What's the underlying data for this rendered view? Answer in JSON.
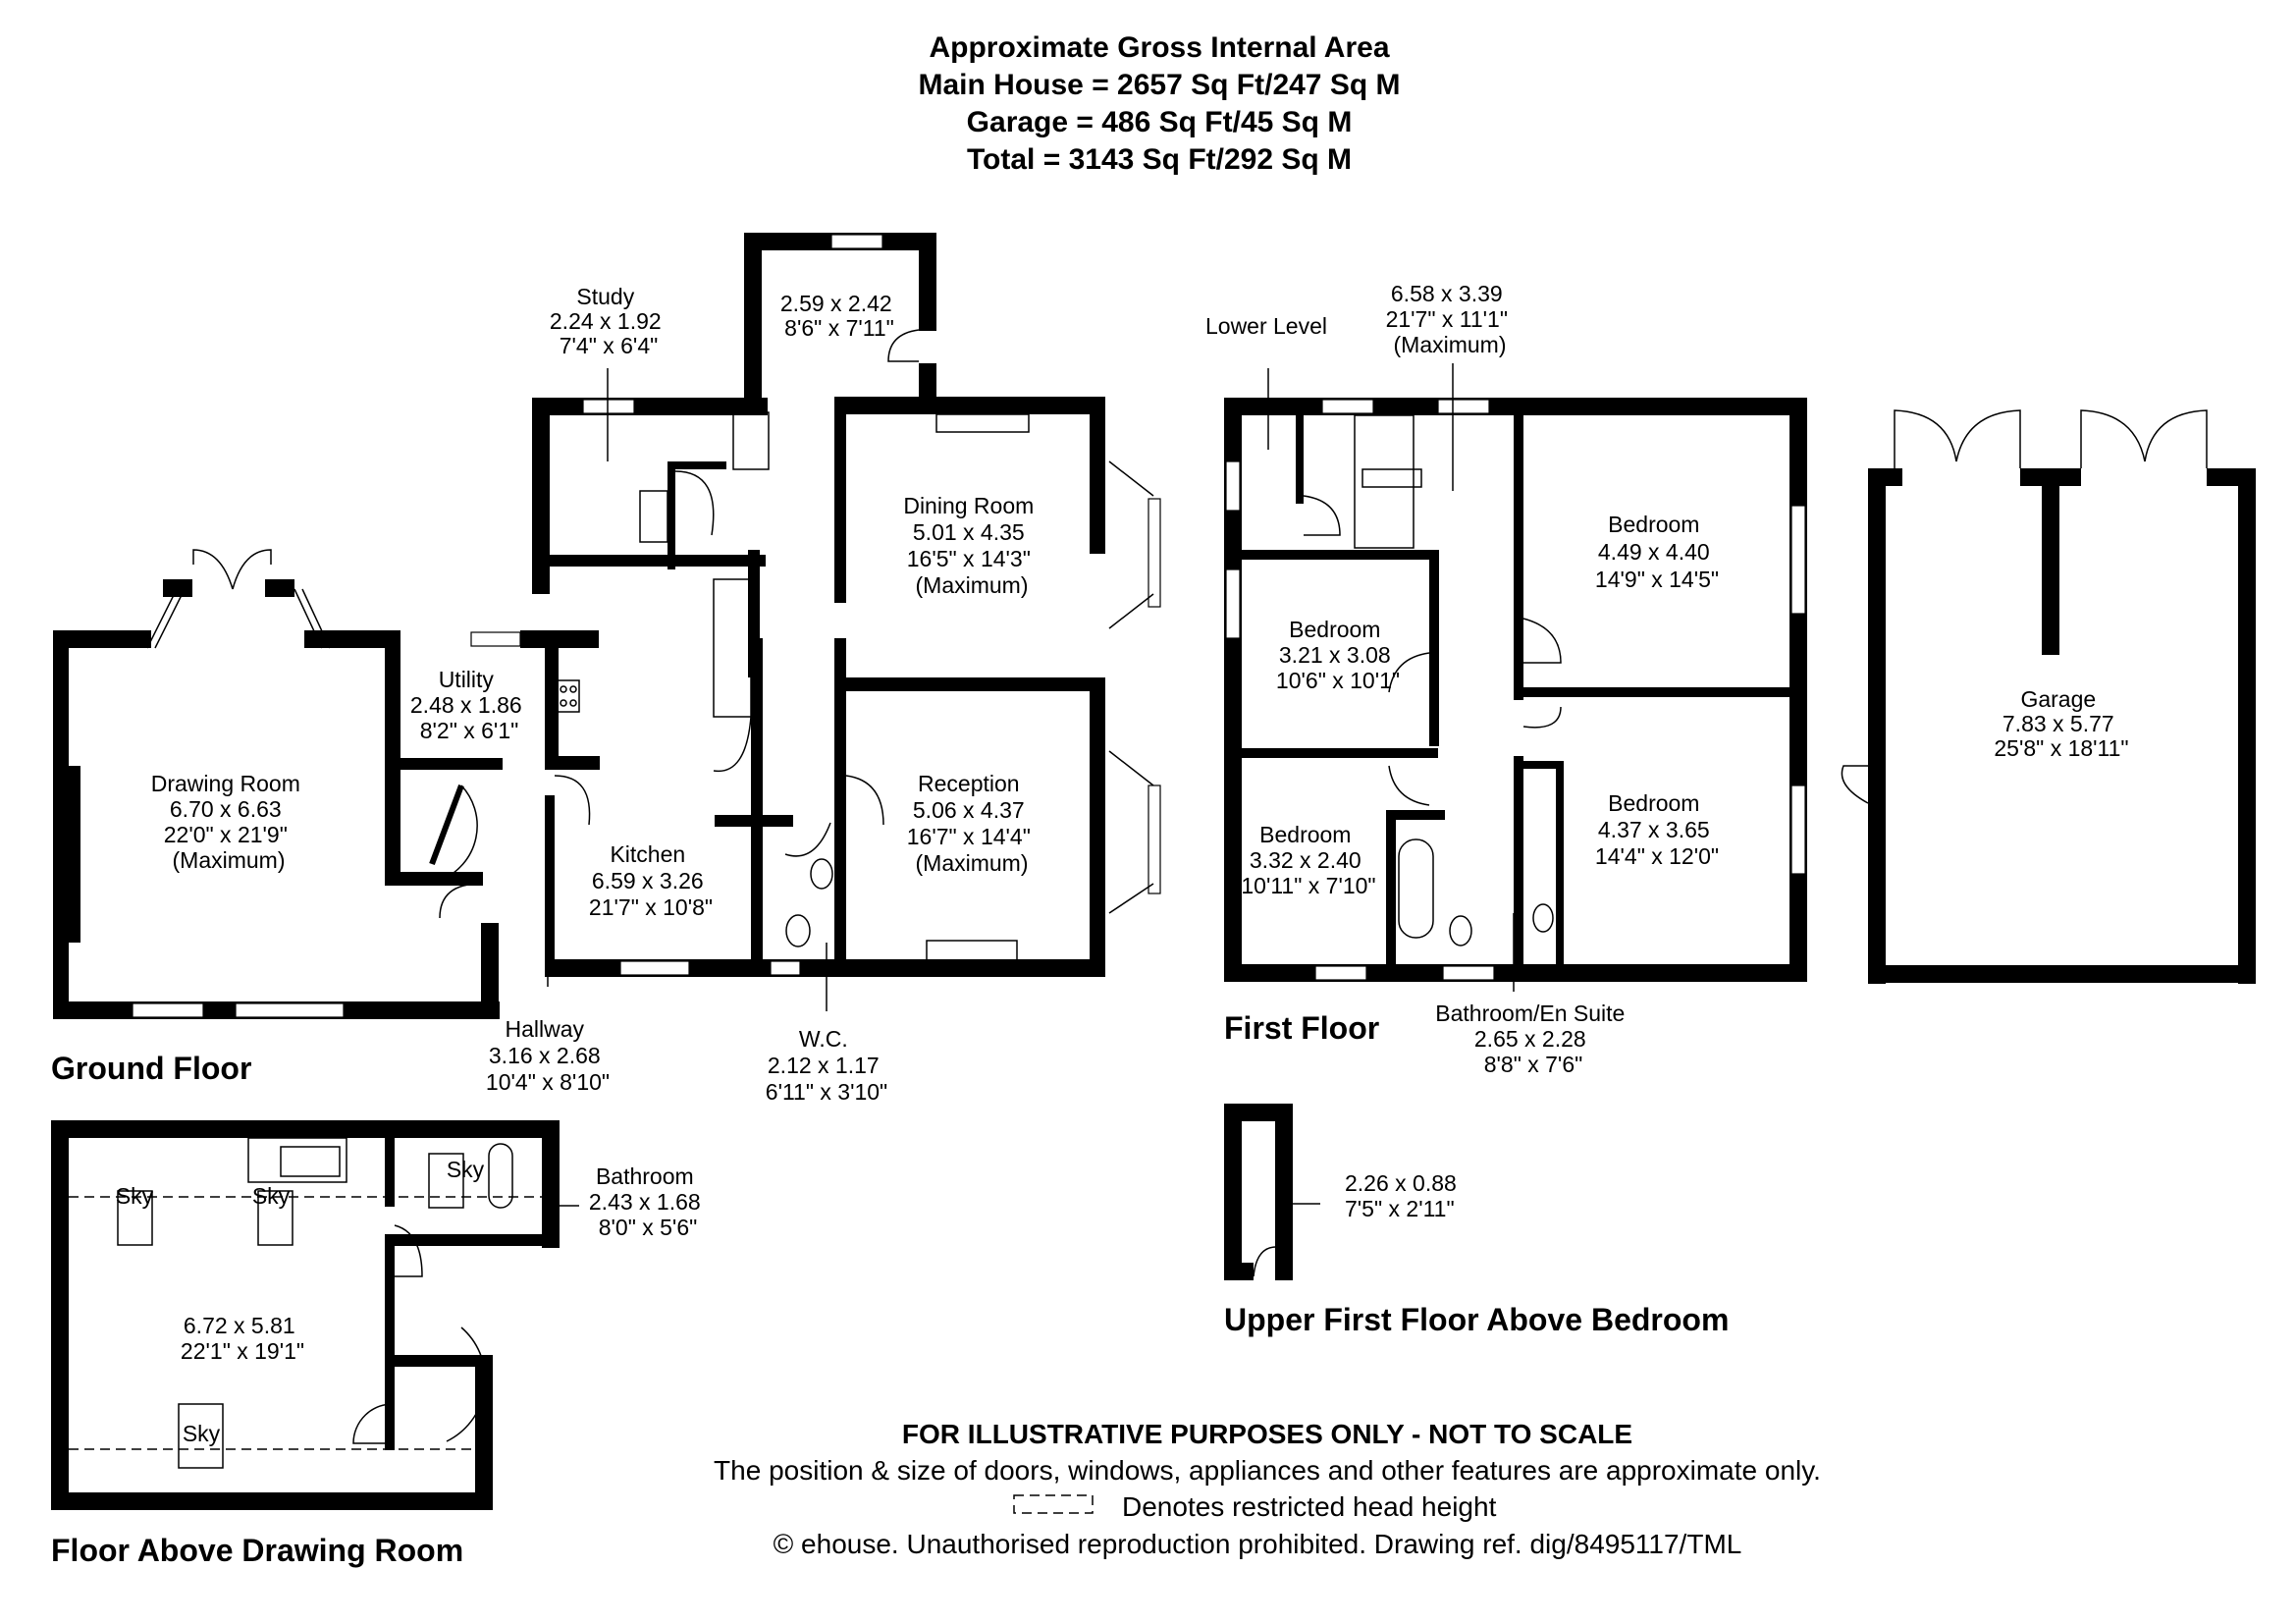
{
  "header": {
    "title": "Approximate Gross Internal Area",
    "main_house": "Main House = 2657 Sq Ft/247 Sq M",
    "garage": "Garage = 486 Sq Ft/45 Sq M",
    "total": "Total = 3143 Sq Ft/292 Sq M"
  },
  "floors": {
    "ground": {
      "label": "Ground Floor",
      "rooms": {
        "study": {
          "name": "Study",
          "metric": "2.24 x 1.92",
          "imperial": "7'4\" x 6'4\""
        },
        "store": {
          "name": "",
          "metric": "2.59 x 2.42",
          "imperial": "8'6\" x 7'11\""
        },
        "dining": {
          "name": "Dining Room",
          "metric": "5.01 x 4.35",
          "imperial": "16'5\" x 14'3\"",
          "note": "(Maximum)"
        },
        "utility": {
          "name": "Utility",
          "metric": "2.48 x 1.86",
          "imperial": "8'2\" x 6'1\""
        },
        "drawing": {
          "name": "Drawing Room",
          "metric": "6.70 x 6.63",
          "imperial": "22'0\" x 21'9\"",
          "note": "(Maximum)"
        },
        "reception": {
          "name": "Reception",
          "metric": "5.06 x 4.37",
          "imperial": "16'7\" x 14'4\"",
          "note": "(Maximum)"
        },
        "kitchen": {
          "name": "Kitchen",
          "metric": "6.59 x 3.26",
          "imperial": "21'7\" x 10'8\""
        },
        "hallway": {
          "name": "Hallway",
          "metric": "3.16 x 2.68",
          "imperial": "10'4\" x 8'10\""
        },
        "wc": {
          "name": "W.C.",
          "metric": "2.12 x 1.17",
          "imperial": "6'11\" x 3'10\""
        }
      }
    },
    "first": {
      "label": "First Floor",
      "rooms": {
        "lower_level": {
          "name": "Lower Level"
        },
        "landing": {
          "name": "",
          "metric": "6.58 x 3.39",
          "imperial": "21'7\" x 11'1\"",
          "note": "(Maximum)"
        },
        "bedroom1": {
          "name": "Bedroom",
          "metric": "4.49 x 4.40",
          "imperial": "14'9\" x 14'5\""
        },
        "bedroom2": {
          "name": "Bedroom",
          "metric": "3.21 x 3.08",
          "imperial": "10'6\" x 10'1\""
        },
        "bedroom3": {
          "name": "Bedroom",
          "metric": "4.37 x 3.65",
          "imperial": "14'4\" x 12'0\""
        },
        "bedroom4": {
          "name": "Bedroom",
          "metric": "3.32 x 2.40",
          "imperial": "10'11\" x 7'10\""
        },
        "bathroom": {
          "name": "Bathroom/En Suite",
          "metric": "2.65 x 2.28",
          "imperial": "8'8\" x 7'6\""
        }
      }
    },
    "garage": {
      "rooms": {
        "garage": {
          "name": "Garage",
          "metric": "7.83 x 5.77",
          "imperial": "25'8\" x 18'11\""
        }
      }
    },
    "above_drawing": {
      "label": "Floor Above Drawing Room",
      "sky_label": "Sky",
      "rooms": {
        "main": {
          "metric": "6.72 x 5.81",
          "imperial": "22'1\" x 19'1\""
        },
        "bathroom": {
          "name": "Bathroom",
          "metric": "2.43 x 1.68",
          "imperial": "8'0\" x 5'6\""
        }
      }
    },
    "upper_first": {
      "label": "Upper First Floor Above Bedroom",
      "rooms": {
        "loft": {
          "metric": "2.26 x 0.88",
          "imperial": "7'5\" x 2'11\""
        }
      }
    }
  },
  "footer": {
    "disclaimer": "FOR ILLUSTRATIVE PURPOSES ONLY - NOT TO SCALE",
    "note": "The position & size of doors, windows, appliances and other features are approximate only.",
    "legend": "Denotes restricted head height",
    "copyright": "© ehouse. Unauthorised reproduction prohibited. Drawing ref. dig/8495117/TML"
  },
  "colors": {
    "ink": "#000000",
    "paper": "#ffffff"
  }
}
